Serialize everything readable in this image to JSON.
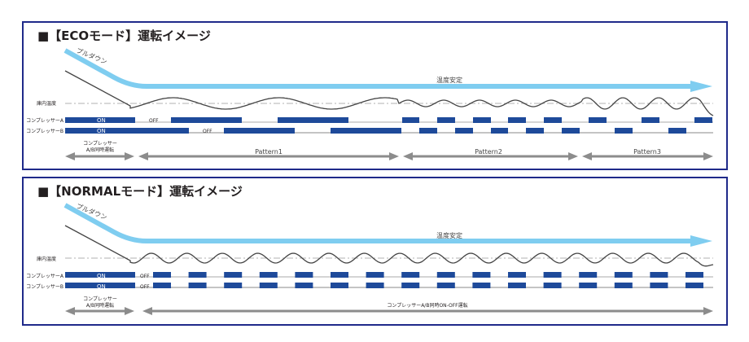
{
  "colors": {
    "frame": "#1f2a8a",
    "blue_curve": "#7fcdf0",
    "bar": "#1e4a9a",
    "temp": "#444444",
    "arrow": "#8c8c8c"
  },
  "panels": [
    {
      "title": "■【ECOモード】運転イメージ",
      "pulldown": "プルダウン",
      "stable": "温度安定",
      "temp_label": "庫内温度",
      "comp_a": "コンプレッサーA",
      "comp_b": "コンプレッサーB",
      "on": "ON",
      "off": "OFF",
      "phases": [
        {
          "label_line1": "コンプレッサー",
          "label_line2": "A/B同時運転"
        },
        {
          "label_line1": "Pattern1"
        },
        {
          "label_line1": "Pattern2"
        },
        {
          "label_line1": "Pattern3"
        }
      ]
    },
    {
      "title": "■【NORMALモード】運転イメージ",
      "pulldown": "プルダウン",
      "stable": "温度安定",
      "temp_label": "庫内温度",
      "comp_a": "コンプレッサーA",
      "comp_b": "コンプレッサーB",
      "on": "ON",
      "off": "OFF",
      "phases": [
        {
          "label_line1": "コンプレッサー",
          "label_line2": "A/B同時運転"
        },
        {
          "label_line1": "コンプレッサーA/B同時ON-OFF運転"
        }
      ]
    }
  ]
}
